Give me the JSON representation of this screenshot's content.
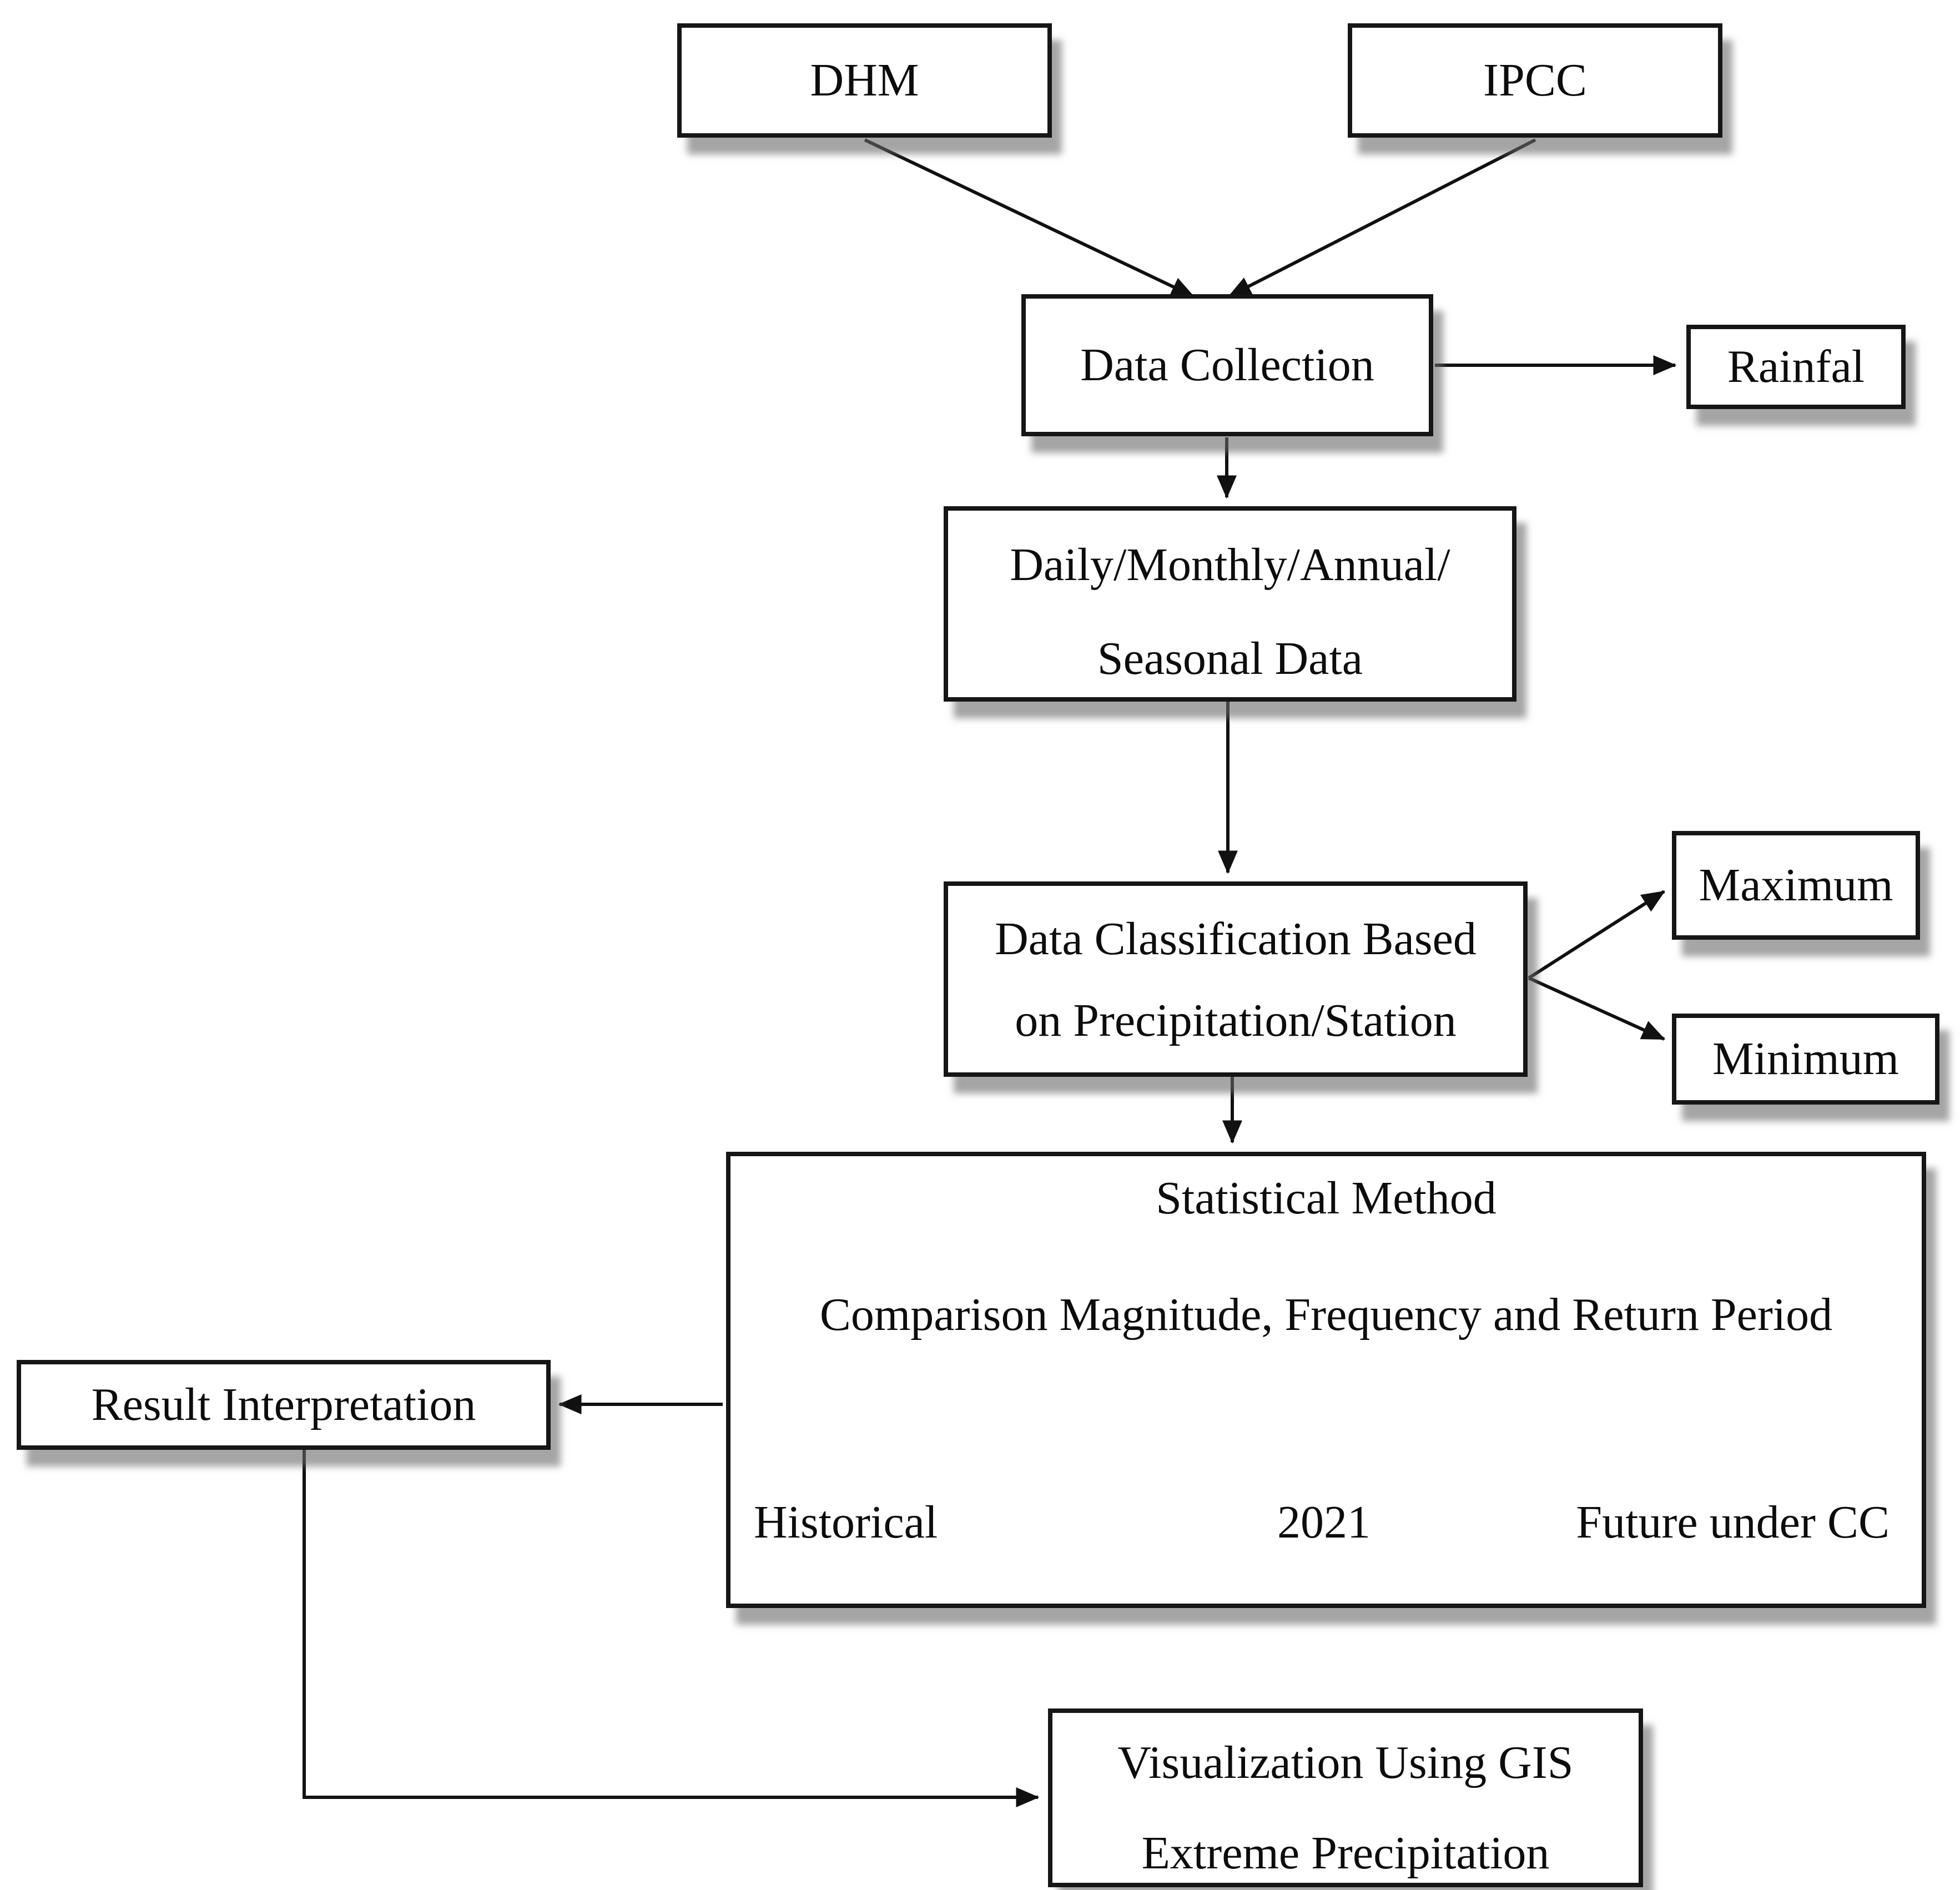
{
  "figure": {
    "type": "flowchart",
    "colors": {
      "background": "#ffffff",
      "box_background": "#ffffff",
      "box_border": "#161616",
      "connector": "#111111",
      "shadow_gray": "#696969",
      "text": "#0c0c0c"
    },
    "nodes": {
      "dhm": {
        "label": "DHM"
      },
      "ipcc": {
        "label": "IPCC"
      },
      "data_collection": {
        "label": "Data Collection"
      },
      "rainfal": {
        "label": "Rainfal"
      },
      "daily_data": {
        "lines": [
          "Daily/Monthly/Annual/",
          "Seasonal Data"
        ]
      },
      "classification": {
        "lines": [
          "Data Classification Based",
          "on Precipitation/Station"
        ]
      },
      "maximum": {
        "label": "Maximum"
      },
      "minimum": {
        "label": "Minimum"
      },
      "statistical": {
        "title": "Statistical Method",
        "subtitle": "Comparison Magnitude, Frequency and Return Period",
        "timeline": [
          "Historical",
          "2021",
          "Future under CC"
        ]
      },
      "result": {
        "label": "Result Interpretation"
      },
      "visualization": {
        "lines": [
          "Visualization Using GIS",
          "Extreme Precipitation"
        ]
      }
    }
  }
}
